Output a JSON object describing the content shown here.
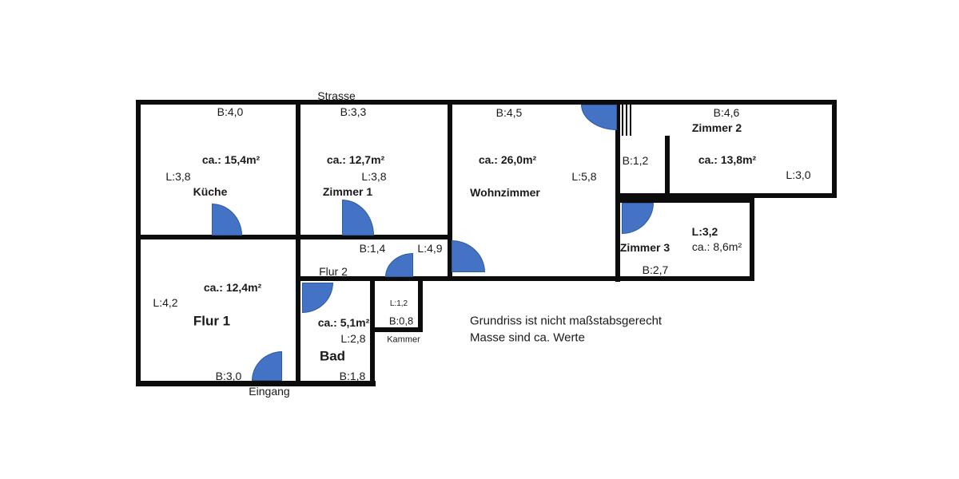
{
  "street_label": "Strasse",
  "entrance_label": "Eingang",
  "notes": {
    "line1": "Grundriss ist nicht maßstabsgerecht",
    "line2": "Masse sind ca. Werte"
  },
  "colors": {
    "wall": "#0c0c0c",
    "door_fill": "#4472c4",
    "door_edge": "#2e5a9e",
    "text": "#1a1a1a",
    "background": "#ffffff"
  },
  "rooms": {
    "kueche": {
      "name": "Küche",
      "area": "ca.: 15,4m²",
      "breite": "B:4,0",
      "laenge": "L:3,8"
    },
    "zimmer1": {
      "name": "Zimmer 1",
      "area": "ca.: 12,7m²",
      "breite": "B:3,3",
      "laenge": "L:3,8"
    },
    "wohnzimmer": {
      "name": "Wohnzimmer",
      "area": "ca.: 26,0m²",
      "breite": "B:4,5",
      "laenge": "L:5,8"
    },
    "nische": {
      "breite": "B:1,2"
    },
    "zimmer2": {
      "name": "Zimmer 2",
      "area": "ca.: 13,8m²",
      "breite": "B:4,6",
      "laenge": "L:3,0"
    },
    "zimmer3": {
      "name": "Zimmer 3",
      "area": "ca.: 8,6m²",
      "breite": "B:2,7",
      "laenge": "L:3,2"
    },
    "flur1": {
      "name": "Flur 1",
      "area": "ca.: 12,4m²",
      "breite": "B:3,0",
      "laenge": "L:4,2"
    },
    "flur2": {
      "name": "Flur 2",
      "breite": "B:1,4",
      "laenge": "L:4,9"
    },
    "bad": {
      "name": "Bad",
      "area": "ca.: 5,1m²",
      "breite": "B:1,8",
      "laenge": "L:2,8"
    },
    "kammer": {
      "name": "Kammer",
      "breite": "B:0,8",
      "laenge": "L:1,2"
    }
  }
}
